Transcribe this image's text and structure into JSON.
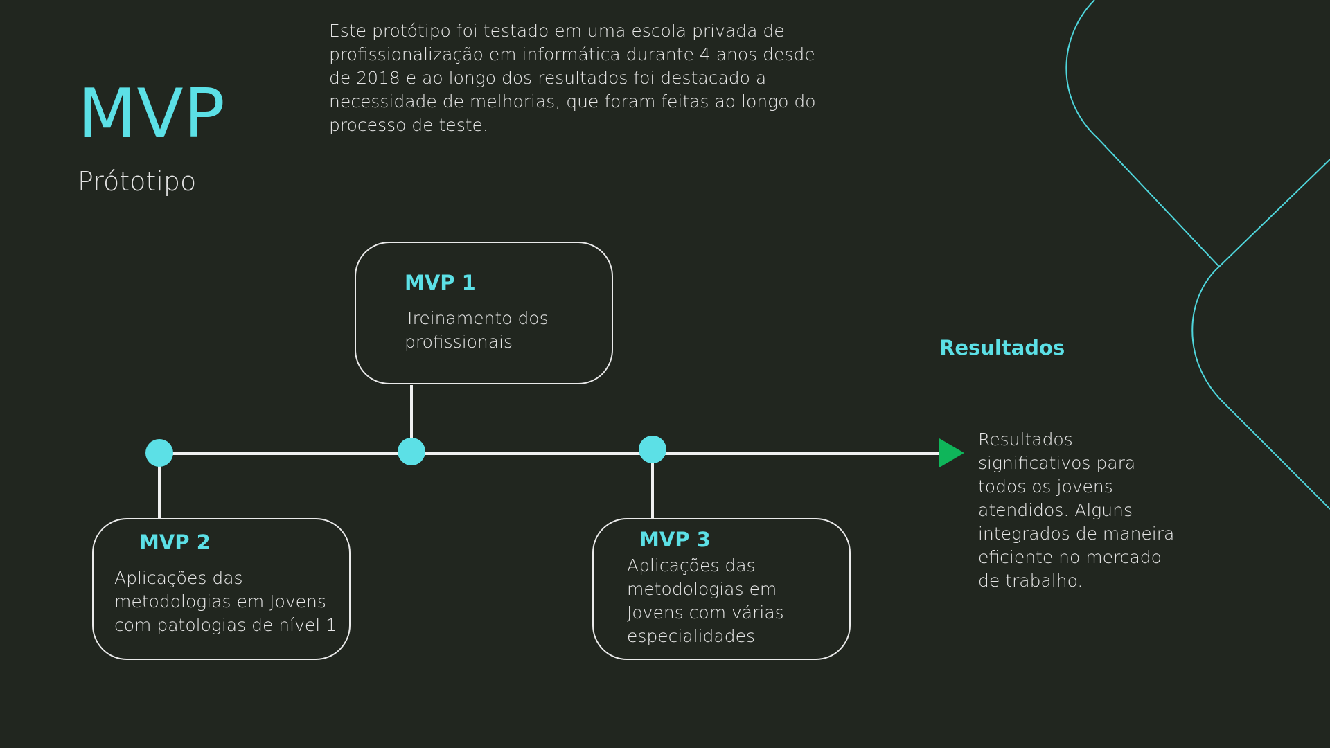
{
  "slide": {
    "title": "MVP",
    "subtitle": "Prótotipo",
    "intro": "Este protótipo foi testado em uma escola privada de profissionalização em informática durante 4 anos desde de 2018 e ao longo dos resultados foi destacado a necessidade de melhorias, que foram feitas ao longo do processo de teste."
  },
  "timeline": {
    "mvp1": {
      "label": "MVP 1",
      "text": "Treinamento dos profissionais"
    },
    "mvp2": {
      "label": "MVP 2",
      "text": "Aplicações das metodologias em Jovens com patologias de nível 1"
    },
    "mvp3": {
      "label": "MVP 3",
      "text": "Aplicações das metodologias em Jovens com várias especialidades"
    }
  },
  "results": {
    "title": "Resultados",
    "text": "Resultados significativos para todos os jovens atendidos. Alguns integrados de maneira eficiente no mercado de trabalho."
  },
  "colors": {
    "background": "#21261f",
    "accent": "#5ce0e6",
    "arrow": "#0fb55a",
    "line": "#f0f0f0"
  }
}
